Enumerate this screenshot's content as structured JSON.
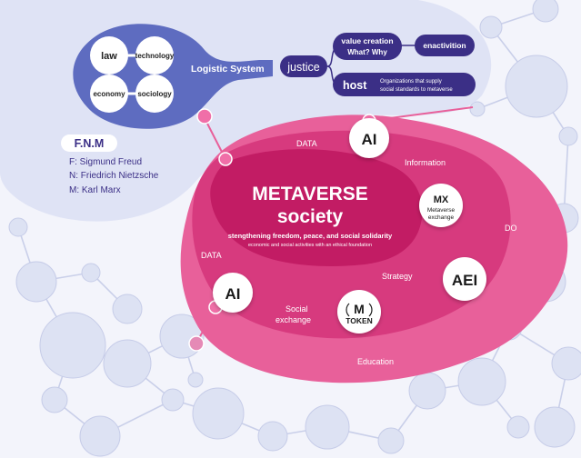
{
  "quadrant": {
    "law": "law",
    "technology": "technology",
    "economy": "economy",
    "sociology": "sociology"
  },
  "logistic": "Logistic System",
  "justice": "justice",
  "value_creation": {
    "line1": "value creation",
    "line2": "What? Why"
  },
  "enactivition": "enactivition",
  "host": "host",
  "host_desc": {
    "line1": "Organizations that supply",
    "line2": "social standards to metaverse"
  },
  "fnm": {
    "title": "F.N.M",
    "f": "F: Sigmund Freud",
    "n": "N: Friedrich Nietzsche",
    "m": "M: Karl Marx"
  },
  "center": {
    "title1": "METAVERSE",
    "title2": "society",
    "sub": "stengthening freedom, peace, and social solidarity",
    "sub2": "economic and social activities with an ethical foundation"
  },
  "labels": {
    "data_top": "DATA",
    "data_left": "DATA",
    "information": "Information",
    "strategy": "Strategy",
    "social1": "Social",
    "social2": "exchange",
    "education": "Education",
    "do": "DO"
  },
  "nodes": {
    "ai_top": "AI",
    "ai_left": "AI",
    "aei": "AEI",
    "mx": "MX",
    "mx_line1": "Metaverse",
    "mx_line2": "exchange",
    "m_letter": "M",
    "token": "TOKEN"
  },
  "colors": {
    "pink_outer": "#e8609a",
    "pink_mid": "#d73a7e",
    "pink_inner": "#c21c64",
    "navy": "#3b2f86",
    "blue_blob": "#5e6cc0",
    "pale_blob": "#dfe3f5",
    "node_blue": "#cfd6ee"
  }
}
